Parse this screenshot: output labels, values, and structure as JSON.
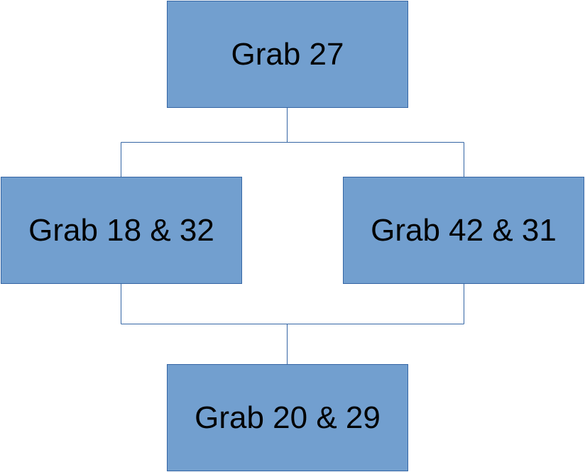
{
  "diagram": {
    "nodes": {
      "top": "Grab 27",
      "left": "Grab 18 & 32",
      "right": "Grab 42 & 31",
      "bottom": "Grab 20 & 29"
    },
    "edges": [
      {
        "from": "top",
        "to": "left"
      },
      {
        "from": "top",
        "to": "right"
      },
      {
        "from": "left",
        "to": "bottom"
      },
      {
        "from": "right",
        "to": "bottom"
      }
    ],
    "colors": {
      "node_fill": "#729fcf",
      "node_border": "#3465a4",
      "connector": "#3465a4",
      "text": "#000000"
    }
  }
}
